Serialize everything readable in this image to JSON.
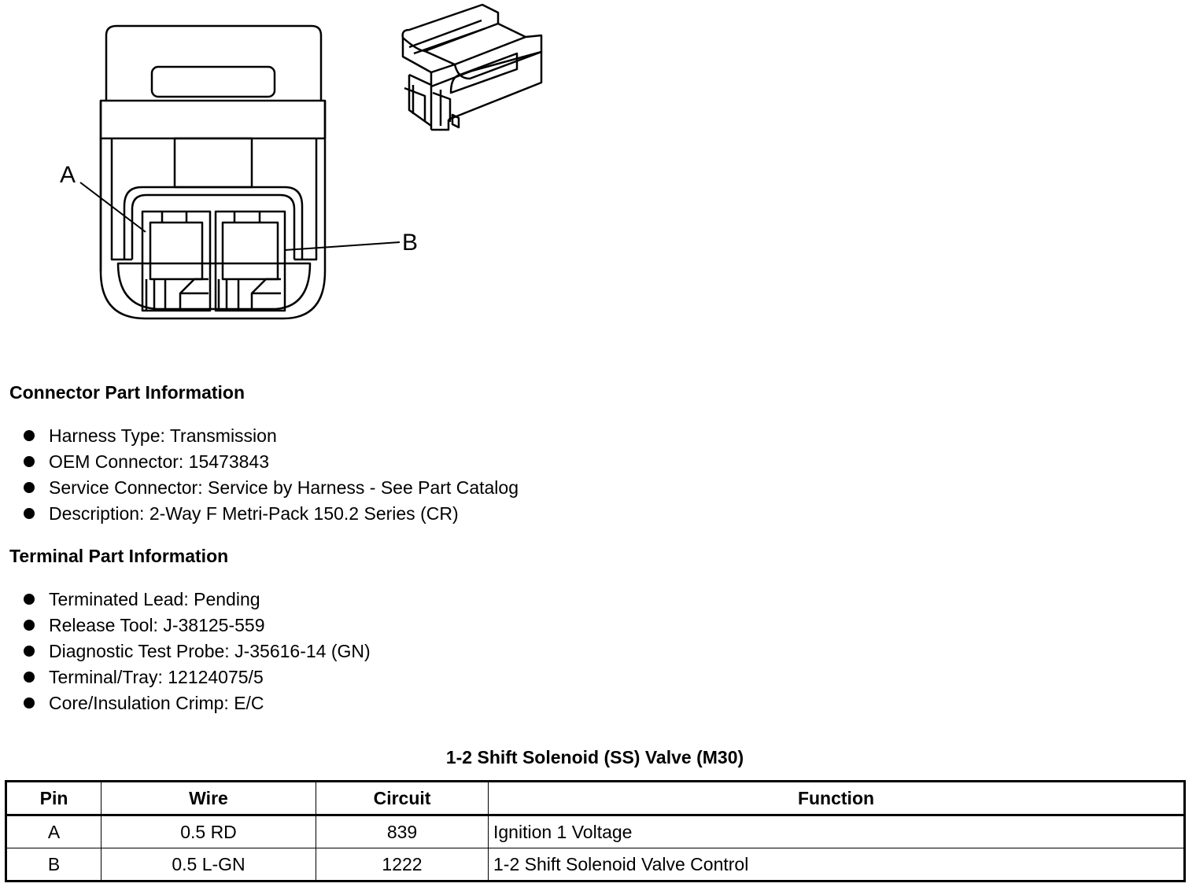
{
  "diagram": {
    "pin_labels": [
      "A",
      "B"
    ]
  },
  "connector_section": {
    "heading": "Connector Part Information",
    "items": [
      "Harness Type: Transmission",
      "OEM Connector: 15473843",
      "Service Connector: Service by Harness - See Part Catalog",
      "Description: 2-Way F Metri-Pack 150.2 Series (CR)"
    ]
  },
  "terminal_section": {
    "heading": "Terminal Part Information",
    "items": [
      "Terminated Lead: Pending",
      "Release Tool: J-38125-559",
      "Diagnostic Test Probe: J-35616-14 (GN)",
      "Terminal/Tray: 12124075/5",
      "Core/Insulation Crimp: E/C"
    ]
  },
  "pinout_table": {
    "caption": "1-2 Shift Solenoid (SS) Valve (M30)",
    "headers": [
      "Pin",
      "Wire",
      "Circuit",
      "Function"
    ],
    "rows": [
      [
        "A",
        "0.5 RD",
        "839",
        "Ignition 1 Voltage"
      ],
      [
        "B",
        "0.5 L-GN",
        "1222",
        "1-2 Shift Solenoid Valve Control"
      ]
    ]
  }
}
